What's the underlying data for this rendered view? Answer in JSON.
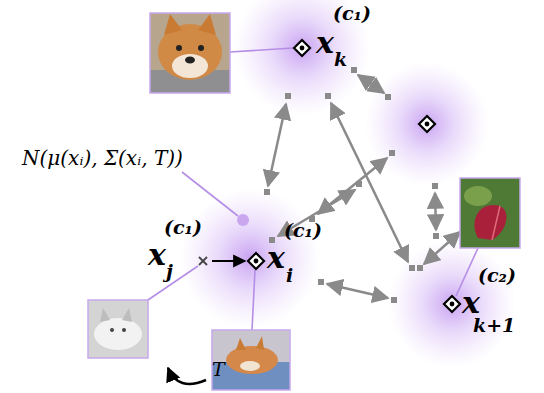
{
  "diagram": {
    "labels": [
      "x",
      "(c₁)",
      "k",
      "N(μ(xᵢ), Σ(xᵢ, T))",
      "x",
      "(c₁)",
      "j",
      "x",
      "(c₁)",
      "i",
      "x",
      "(c₂)",
      "k+1",
      "T"
    ]
  }
}
